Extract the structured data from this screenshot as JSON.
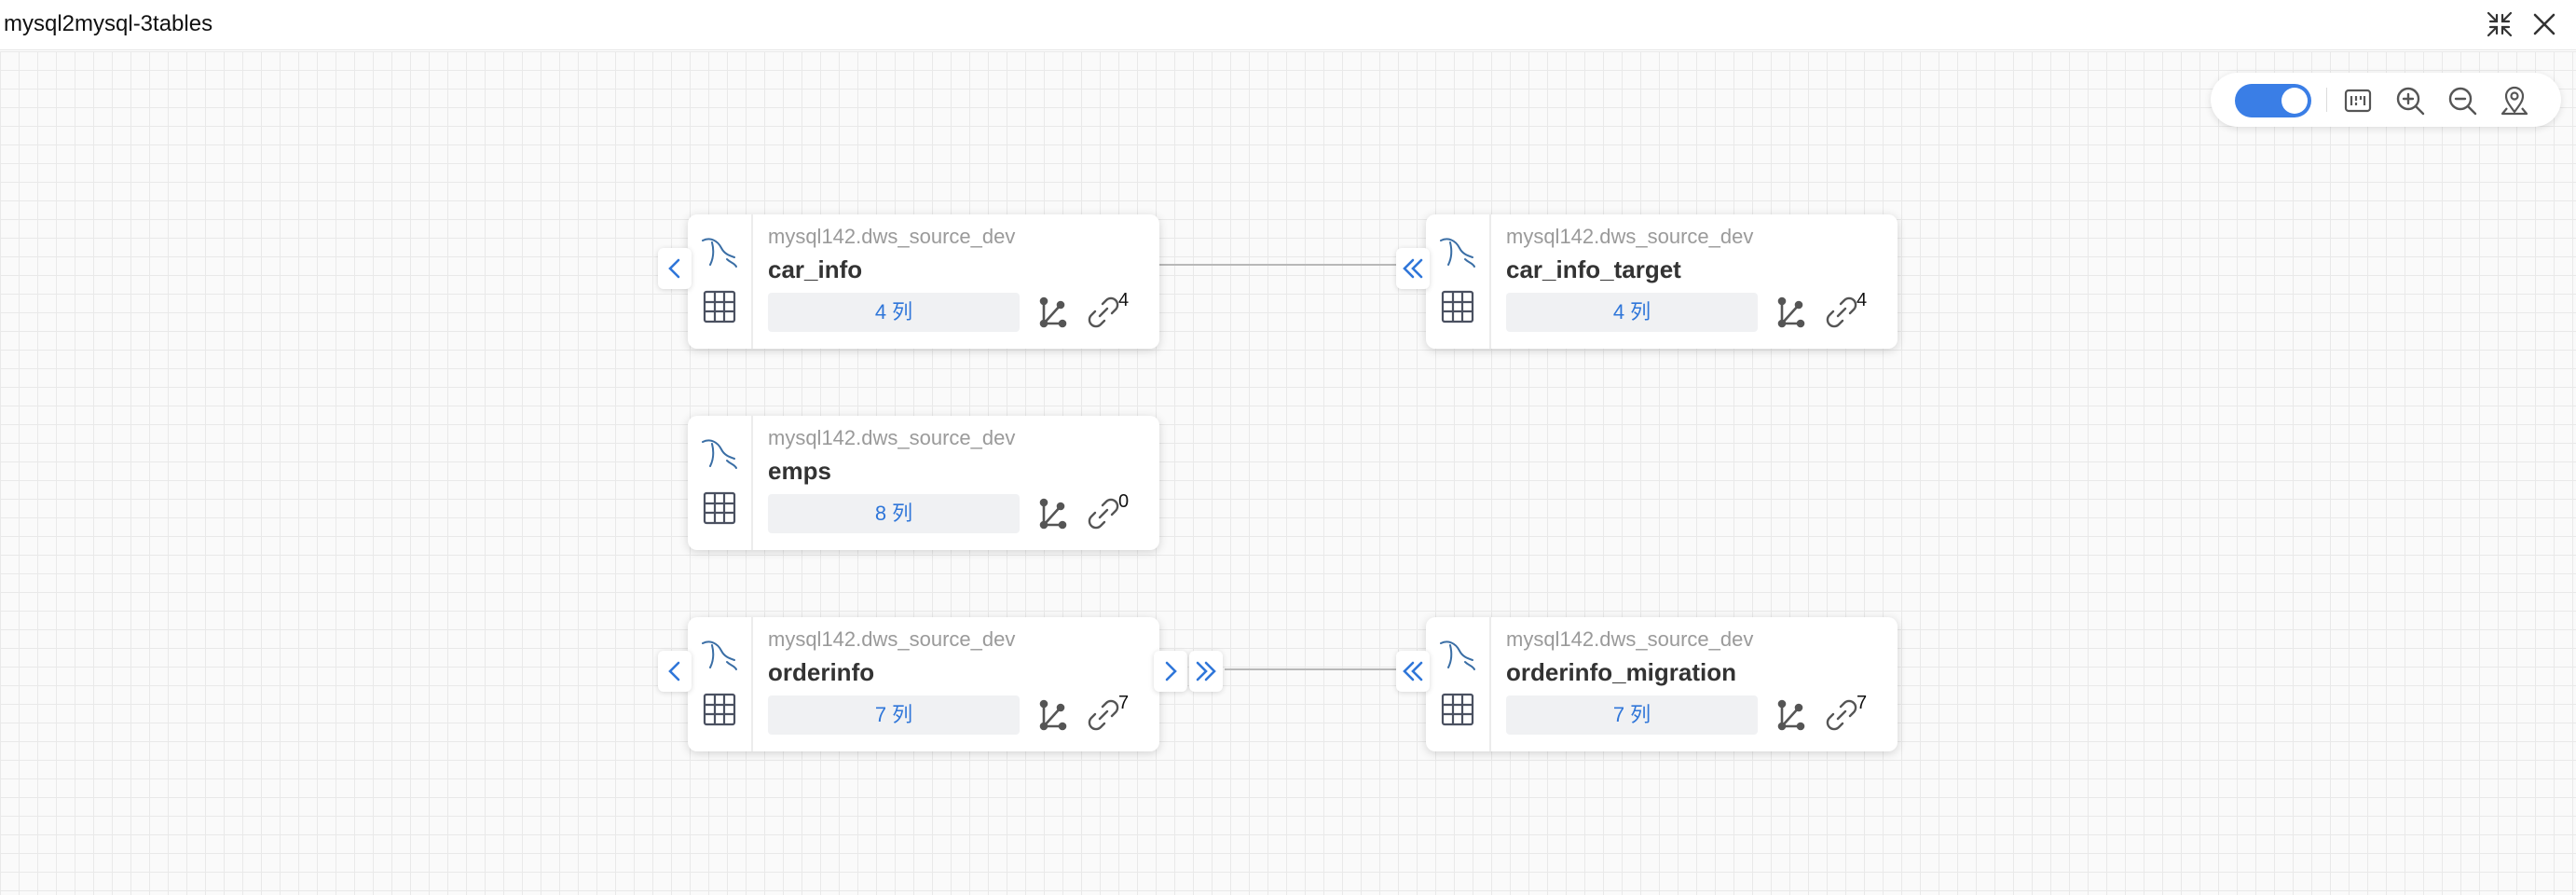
{
  "window": {
    "title": "mysql2mysql-3tables",
    "icons": [
      "collapse-icon",
      "close-icon"
    ]
  },
  "toolbar": {
    "toggle_on": true,
    "icons": [
      "legend-icon",
      "zoom-in-icon",
      "zoom-out-icon",
      "locate-icon"
    ]
  },
  "colors": {
    "accent": "#3a7ee6",
    "link_text": "#2f76d9",
    "edge": "#b8b8b8"
  },
  "nodes": [
    {
      "source": "mysql142.dws_source_dev",
      "name": "car_info",
      "columns": "4 列",
      "links": "4"
    },
    {
      "source": "mysql142.dws_source_dev",
      "name": "car_info_target",
      "columns": "4 列",
      "links": "4"
    },
    {
      "source": "mysql142.dws_source_dev",
      "name": "emps",
      "columns": "8 列",
      "links": "0"
    },
    {
      "source": "mysql142.dws_source_dev",
      "name": "orderinfo",
      "columns": "7 列",
      "links": "7"
    },
    {
      "source": "mysql142.dws_source_dev",
      "name": "orderinfo_migration",
      "columns": "7 列",
      "links": "7"
    }
  ]
}
